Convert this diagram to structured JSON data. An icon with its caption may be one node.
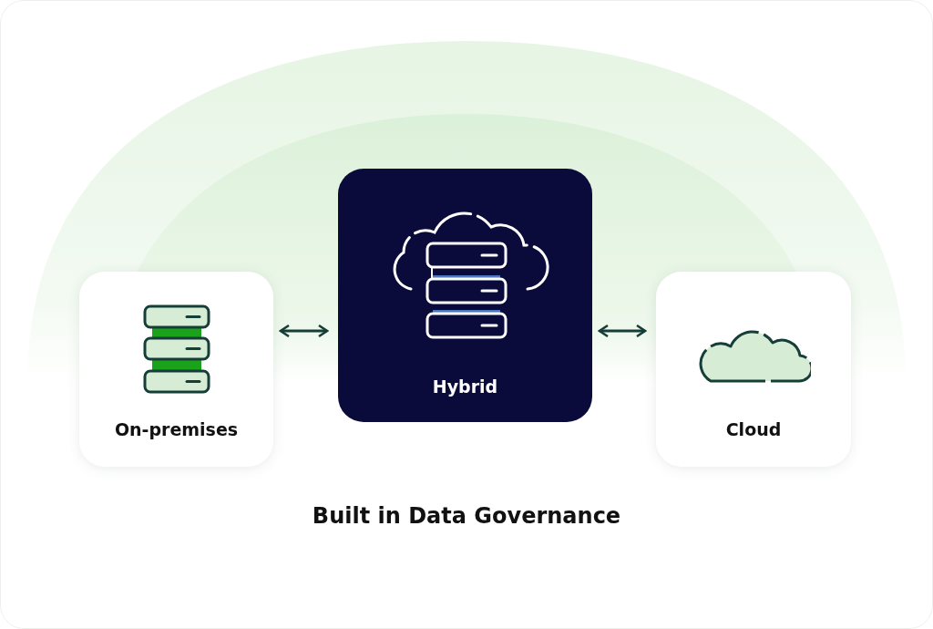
{
  "diagram": {
    "caption": "Built in Data Governance",
    "nodes": [
      {
        "text": [
          "On-premises"
        ]
      },
      {
        "text": [
          "Hybrid"
        ]
      },
      {
        "text": [
          "Cloud"
        ]
      }
    ],
    "edges": [
      {
        "from": 0,
        "to": 1,
        "arrow": "both"
      },
      {
        "from": 1,
        "to": 2,
        "arrow": "both"
      }
    ]
  }
}
